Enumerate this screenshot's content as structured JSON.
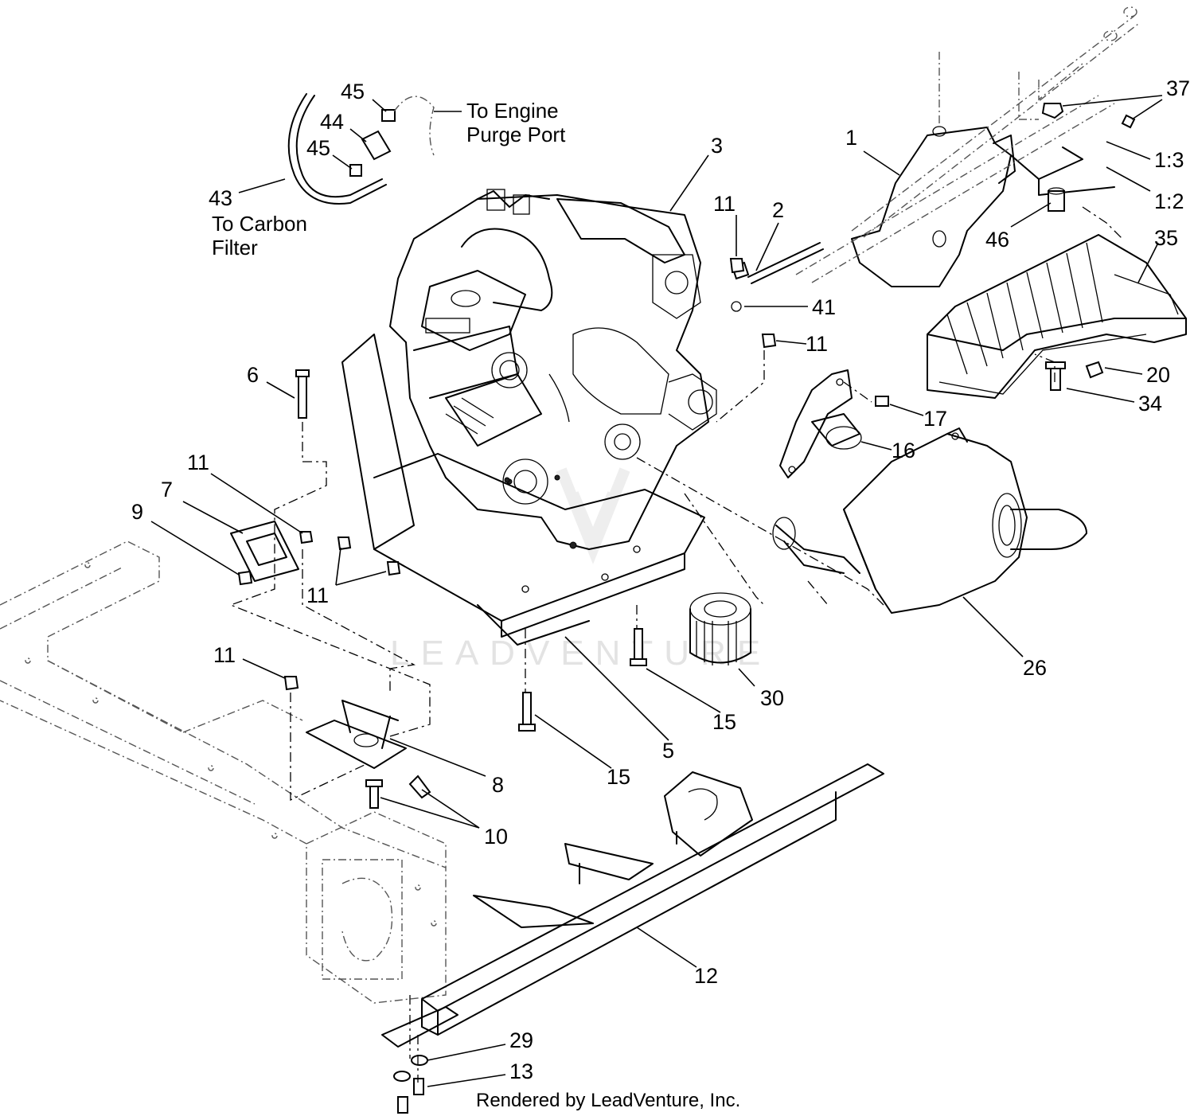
{
  "diagram": {
    "callouts": [
      {
        "id": "c-45a",
        "text": "45"
      },
      {
        "id": "c-44",
        "text": "44"
      },
      {
        "id": "c-45b",
        "text": "45"
      },
      {
        "id": "c-43",
        "text": "43"
      },
      {
        "id": "c-3",
        "text": "3"
      },
      {
        "id": "c-1",
        "text": "1"
      },
      {
        "id": "c-37",
        "text": "37"
      },
      {
        "id": "c-1-3",
        "text": "1:3"
      },
      {
        "id": "c-1-2",
        "text": "1:2"
      },
      {
        "id": "c-11a",
        "text": "11"
      },
      {
        "id": "c-2",
        "text": "2"
      },
      {
        "id": "c-41",
        "text": "41"
      },
      {
        "id": "c-46",
        "text": "46"
      },
      {
        "id": "c-35",
        "text": "35"
      },
      {
        "id": "c-11b",
        "text": "11"
      },
      {
        "id": "c-20",
        "text": "20"
      },
      {
        "id": "c-34",
        "text": "34"
      },
      {
        "id": "c-6",
        "text": "6"
      },
      {
        "id": "c-17",
        "text": "17"
      },
      {
        "id": "c-16",
        "text": "16"
      },
      {
        "id": "c-11c",
        "text": "11"
      },
      {
        "id": "c-7",
        "text": "7"
      },
      {
        "id": "c-9",
        "text": "9"
      },
      {
        "id": "c-11d",
        "text": "11"
      },
      {
        "id": "c-26",
        "text": "26"
      },
      {
        "id": "c-11e",
        "text": "11"
      },
      {
        "id": "c-30",
        "text": "30"
      },
      {
        "id": "c-15a",
        "text": "15"
      },
      {
        "id": "c-5",
        "text": "5"
      },
      {
        "id": "c-15b",
        "text": "15"
      },
      {
        "id": "c-8",
        "text": "8"
      },
      {
        "id": "c-10",
        "text": "10"
      },
      {
        "id": "c-12",
        "text": "12"
      },
      {
        "id": "c-29",
        "text": "29"
      },
      {
        "id": "c-13",
        "text": "13"
      }
    ],
    "notes": {
      "engine_purge_line1": "To Engine",
      "engine_purge_line2": "Purge Port",
      "carbon_filter_line1": "To Carbon",
      "carbon_filter_line2": "Filter"
    },
    "watermark": "LEADVENTURE",
    "footer": "Rendered by LeadVenture, Inc."
  }
}
